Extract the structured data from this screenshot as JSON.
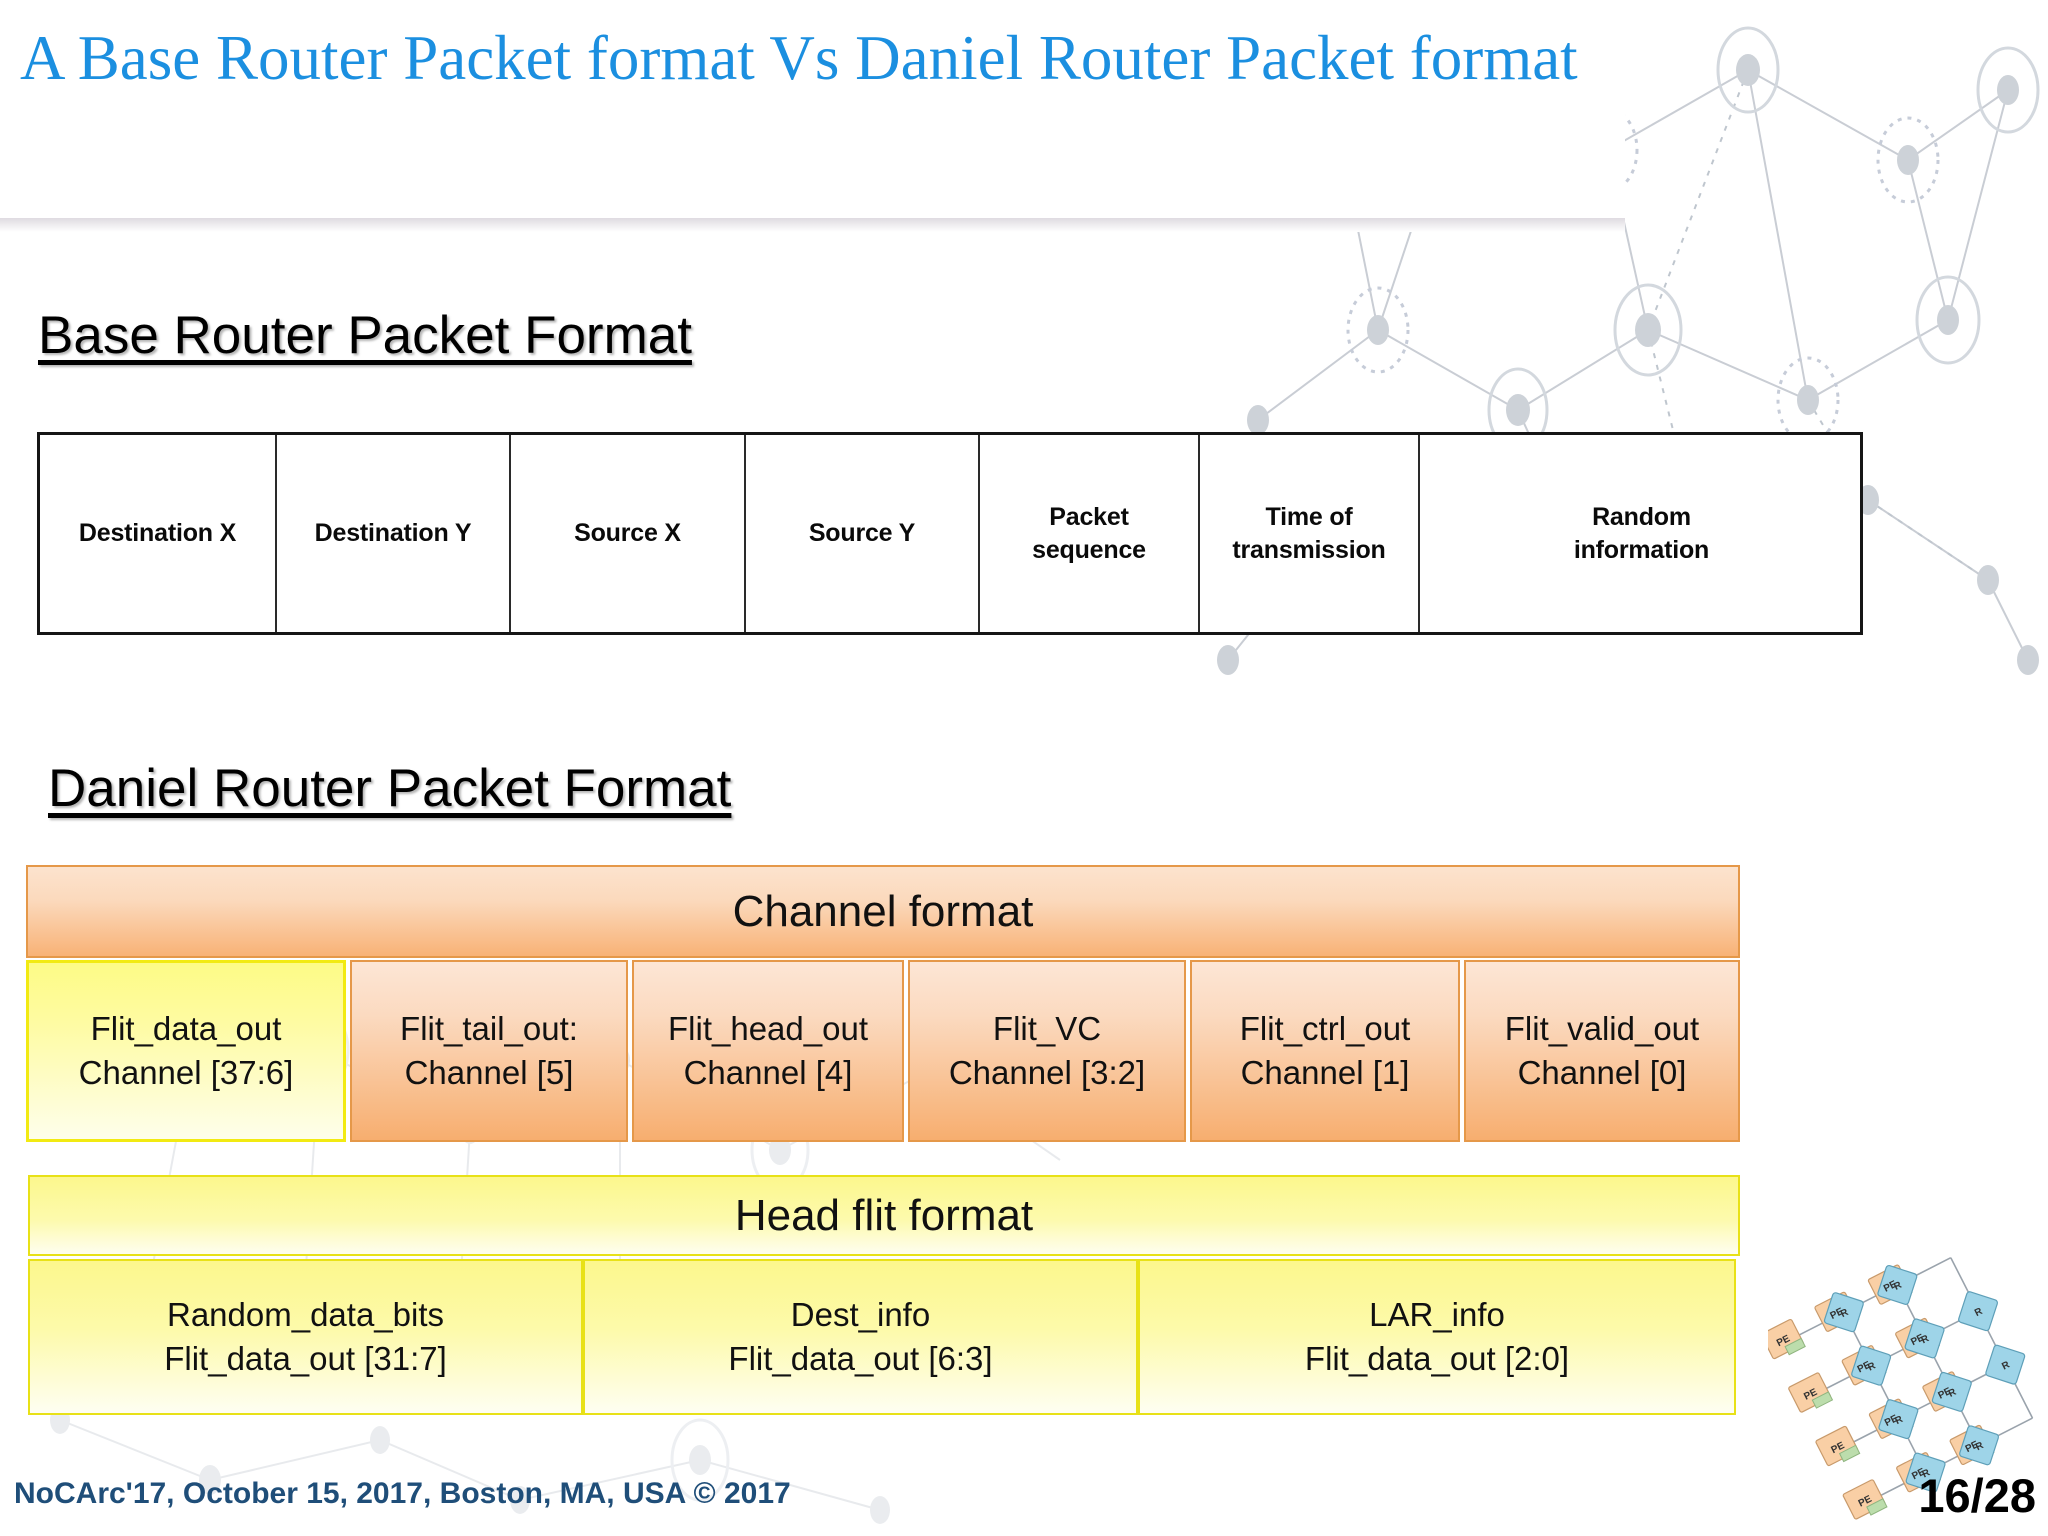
{
  "slide": {
    "title": "A Base Router Packet format Vs Daniel Router Packet format",
    "footer": "NoCArc'17, October 15, 2017, Boston, MA, USA © 2017",
    "page_number": "16/28",
    "title_color": "#1B8FE0",
    "footer_color": "#1F4E79"
  },
  "base_section": {
    "heading": "Base Router Packet Format",
    "table": {
      "cells": [
        "Destination X",
        "Destination Y",
        "Source X",
        "Source Y",
        "Packet\nsequence",
        "Time of\ntransmission",
        "Random\ninformation"
      ]
    }
  },
  "daniel_section": {
    "heading": "Daniel Router Packet Format",
    "channel_format": {
      "header": "Channel format",
      "accent_color": "#F8B276",
      "highlight_color": "#FDFB86",
      "fields": [
        {
          "name": "Flit_data_out",
          "range": "Channel [37:6]",
          "highlight": true
        },
        {
          "name": "Flit_tail_out:",
          "range": "Channel [5]",
          "highlight": false
        },
        {
          "name": "Flit_head_out",
          "range": "Channel [4]",
          "highlight": false
        },
        {
          "name": "Flit_VC",
          "range": "Channel [3:2]",
          "highlight": false
        },
        {
          "name": "Flit_ctrl_out",
          "range": "Channel [1]",
          "highlight": false
        },
        {
          "name": "Flit_valid_out",
          "range": "Channel [0]",
          "highlight": false
        }
      ]
    },
    "head_flit_format": {
      "header": "Head flit format",
      "accent_color": "#FCF78D",
      "fields": [
        {
          "name": "Random_data_bits",
          "range": "Flit_data_out [31:7]"
        },
        {
          "name": "Dest_info",
          "range": "Flit_data_out [6:3]"
        },
        {
          "name": "LAR_info",
          "range": "Flit_data_out [2:0]"
        }
      ]
    }
  }
}
